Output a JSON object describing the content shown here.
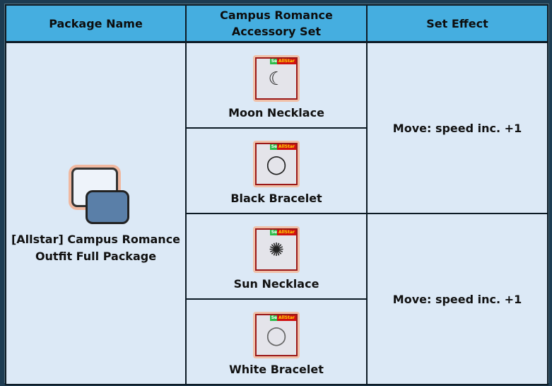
{
  "headers": [
    "Package Name",
    "Campus Romance Accessory Set",
    "Set Effect"
  ],
  "package": {
    "name": "[Allstar] Campus Romance Outfit Full Package",
    "icon": "outfit-package-icon"
  },
  "badges": {
    "set": "Set",
    "allstar": "AllStar"
  },
  "items": [
    {
      "name": "Moon Necklace",
      "icon": "moon-necklace-icon"
    },
    {
      "name": "Black Bracelet",
      "icon": "black-bracelet-icon"
    },
    {
      "name": "Sun Necklace",
      "icon": "sun-necklace-icon"
    },
    {
      "name": "White Bracelet",
      "icon": "white-bracelet-icon"
    }
  ],
  "effects": [
    "Move: speed inc. +1",
    "Move: speed inc. +1"
  ]
}
